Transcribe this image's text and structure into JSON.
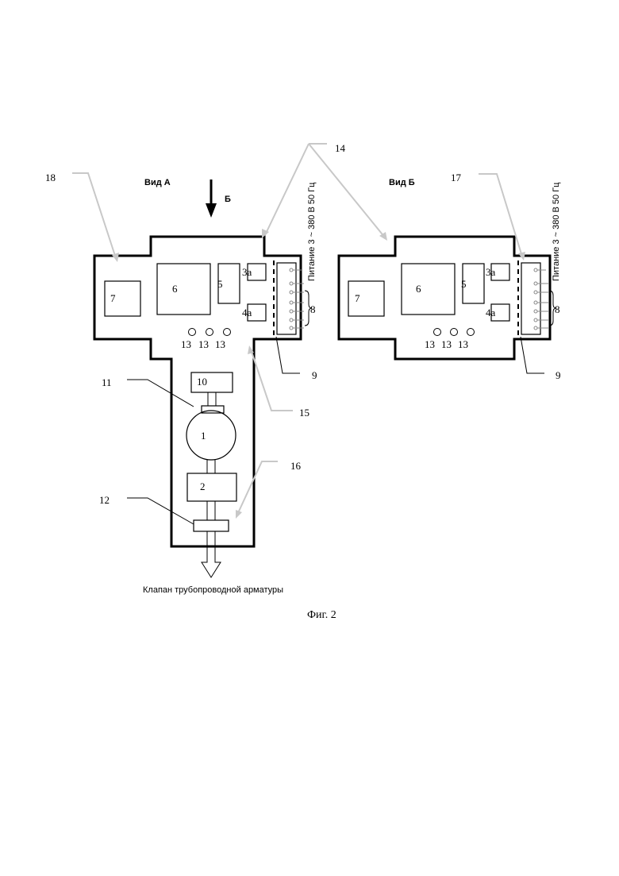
{
  "view_a": {
    "title": "Вид А",
    "arrow_label": "Б",
    "power_label": "Питание 3 ~ 380 В 50 Гц",
    "output_label": "Клапан трубопроводной арматуры"
  },
  "view_b": {
    "title": "Вид Б",
    "power_label": "Питание 3 ~ 380 В 50 Гц"
  },
  "block_labels": {
    "b1": "1",
    "b2": "2",
    "b3a": "3а",
    "b4a": "4а",
    "b5": "5",
    "b6": "6",
    "b7": "7",
    "b8": "8",
    "b10": "10",
    "b13": "13"
  },
  "callouts": {
    "c9": "9",
    "c11": "11",
    "c12": "12",
    "c14": "14",
    "c15": "15",
    "c16": "16",
    "c17": "17",
    "c18": "18"
  },
  "caption": "Фиг. 2"
}
